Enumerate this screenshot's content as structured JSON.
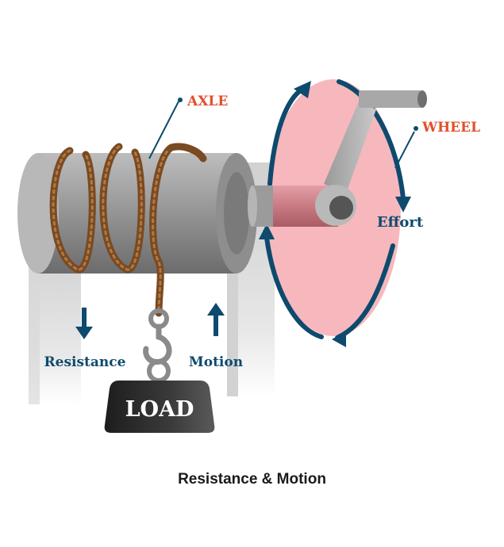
{
  "labels": {
    "axle": "AXLE",
    "wheel": "WHEEL",
    "effort": "Effort",
    "resistance": "Resistance",
    "motion": "Motion",
    "load": "LOAD"
  },
  "caption": "Resistance & Motion",
  "colors": {
    "callout_text": "#e0502c",
    "arrow_text": "#0e4a6e",
    "wheel_fill": "#f6b8bd",
    "axle_gray": "#9a9a9a",
    "rope": "#7a4a22",
    "load_block": "#2e2e2e"
  },
  "icons": [
    "resistance-arrow-down-icon",
    "motion-arrow-up-icon",
    "rotation-arrow-icon",
    "hook-icon"
  ]
}
